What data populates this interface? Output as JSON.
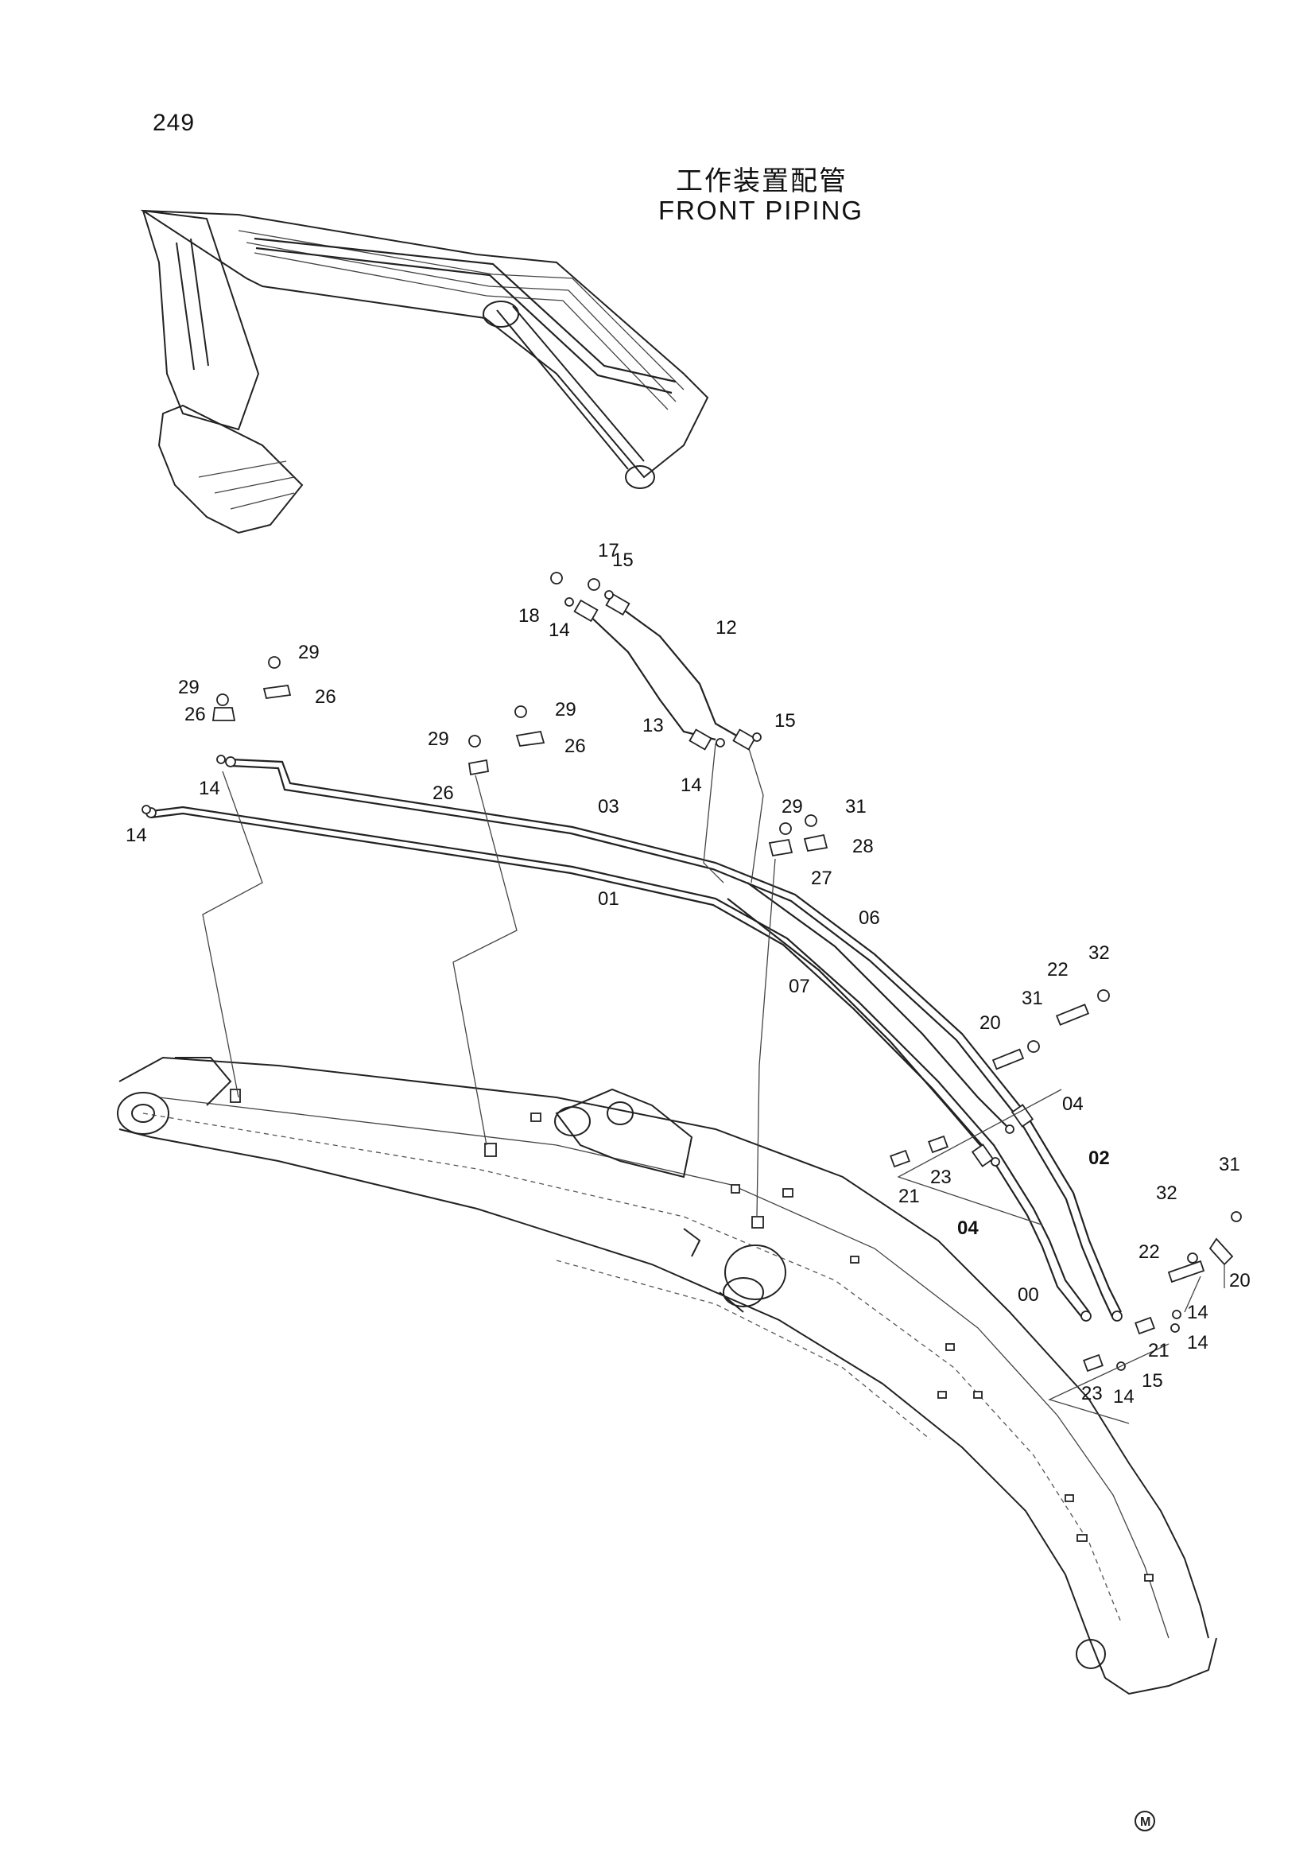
{
  "page": {
    "number": "249",
    "title_cjk": "工作装置配管",
    "title_en": "FRONT PIPING",
    "corner_mark": "M"
  },
  "callouts": [
    "01",
    "02",
    "03",
    "04",
    "04",
    "06",
    "07",
    "00",
    "12",
    "13",
    "14",
    "14",
    "14",
    "14",
    "14",
    "14",
    "14",
    "15",
    "15",
    "15",
    "17",
    "18",
    "20",
    "20",
    "21",
    "21",
    "22",
    "22",
    "23",
    "23",
    "26",
    "26",
    "26",
    "26",
    "27",
    "28",
    "29",
    "29",
    "29",
    "29",
    "29",
    "31",
    "31",
    "31",
    "32",
    "32"
  ]
}
